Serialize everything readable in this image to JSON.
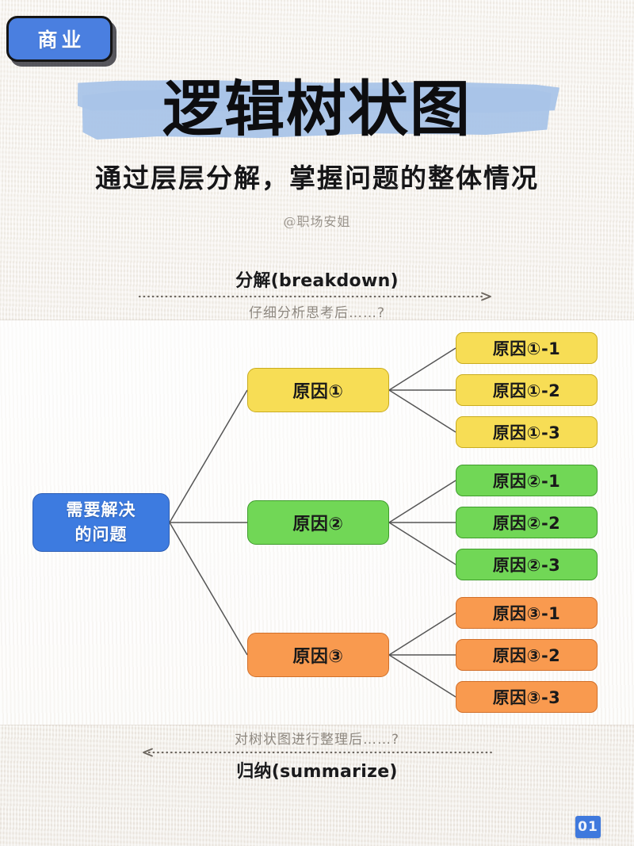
{
  "badge": {
    "label": "商业"
  },
  "title": {
    "text": "逻辑树状图"
  },
  "subtitle": {
    "text": "通过层层分解，掌握问题的整体情况"
  },
  "author": {
    "handle": "@职场安姐"
  },
  "breakdown": {
    "title": "分解(breakdown)",
    "subtitle": "仔细分析思考后……?",
    "arrow_direction": "right"
  },
  "summarize": {
    "subtitle": "对树状图进行整理后……?",
    "title": "归纳(summarize)",
    "arrow_direction": "left"
  },
  "page_number": {
    "label": "01"
  },
  "colors": {
    "accent_blue": "#3d7be0",
    "badge_blue": "#4a7fe0",
    "highlight_blue": "#a9c4e8",
    "yellow": "#f7dd55",
    "green": "#71d756",
    "orange": "#f99a4f",
    "paper": "#f3efe9",
    "panel": "#fbfaf8",
    "link_line": "#555555"
  },
  "tree": {
    "root": {
      "line1": "需要解决",
      "line2": "的问题"
    },
    "branches": [
      {
        "label": "原因①",
        "color": "yellow",
        "children": [
          "原因①-1",
          "原因①-2",
          "原因①-3"
        ]
      },
      {
        "label": "原因②",
        "color": "green",
        "children": [
          "原因②-1",
          "原因②-2",
          "原因②-3"
        ]
      },
      {
        "label": "原因③",
        "color": "orange",
        "children": [
          "原因③-1",
          "原因③-2",
          "原因③-3"
        ]
      }
    ]
  }
}
